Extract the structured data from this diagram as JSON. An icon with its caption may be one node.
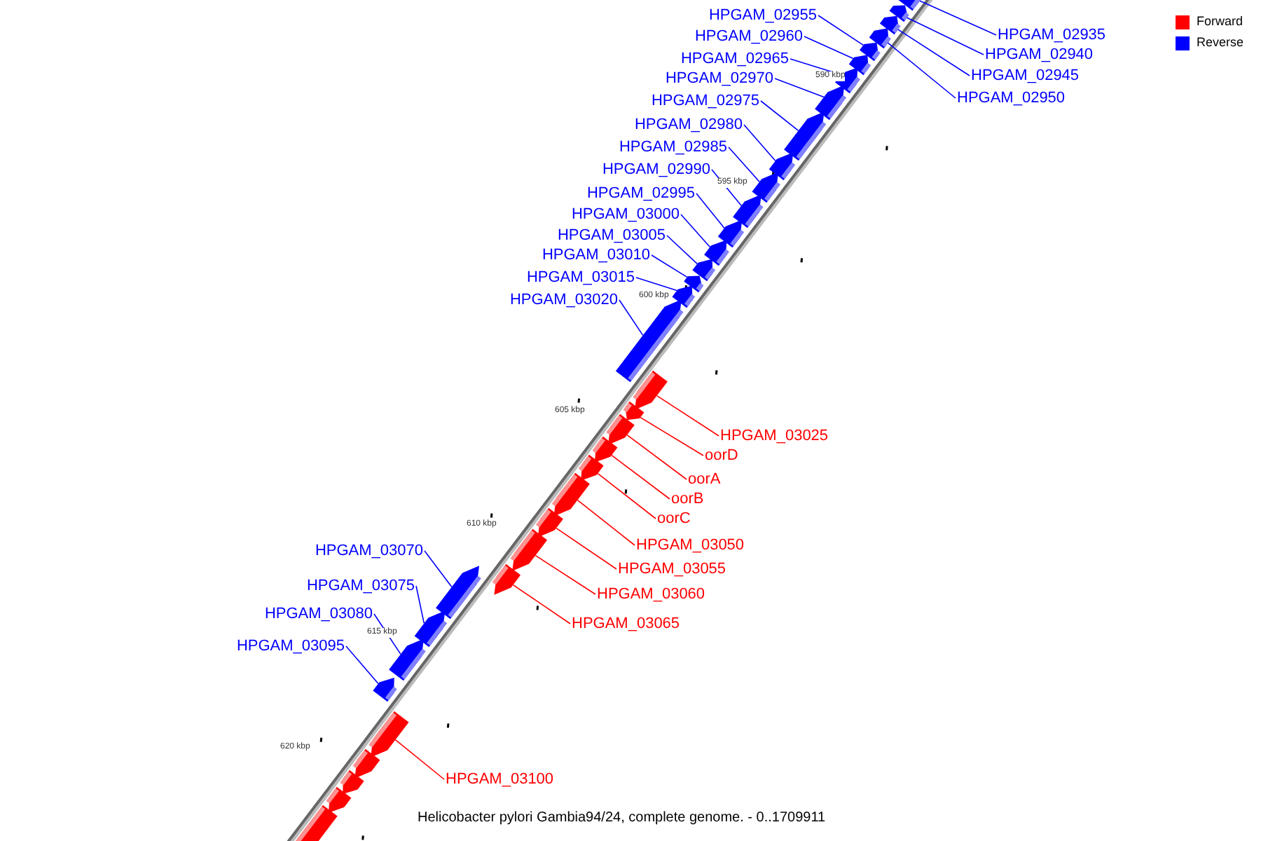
{
  "diagram": {
    "caption": "Helicobacter pylori Gambia94/24, complete genome. - 0..1709911",
    "nodes": [
      {
        "text": [
          "HPGAM_02955"
        ]
      },
      {
        "text": [
          "HPGAM_02935"
        ]
      },
      {
        "text": [
          "HPGAM_02960"
        ]
      },
      {
        "text": [
          "HPGAM_02940"
        ]
      },
      {
        "text": [
          "HPGAM_02965"
        ]
      },
      {
        "text": [
          "HPGAM_02945"
        ]
      },
      {
        "text": [
          "HPGAM_02970"
        ]
      },
      {
        "text": [
          "HPGAM_02950"
        ]
      },
      {
        "text": [
          "HPGAM_02975"
        ]
      },
      {
        "text": [
          "HPGAM_02980"
        ]
      },
      {
        "text": [
          "HPGAM_02985"
        ]
      },
      {
        "text": [
          "HPGAM_02990"
        ]
      },
      {
        "text": [
          "HPGAM_02995"
        ]
      },
      {
        "text": [
          "HPGAM_03000"
        ]
      },
      {
        "text": [
          "HPGAM_03005"
        ]
      },
      {
        "text": [
          "HPGAM_03010"
        ]
      },
      {
        "text": [
          "HPGAM_03015"
        ]
      },
      {
        "text": [
          "HPGAM_03020"
        ]
      },
      {
        "text": [
          "HPGAM_03025"
        ]
      },
      {
        "text": [
          "oorD"
        ]
      },
      {
        "text": [
          "oorA"
        ]
      },
      {
        "text": [
          "oorB"
        ]
      },
      {
        "text": [
          "oorC"
        ]
      },
      {
        "text": [
          "HPGAM_03050"
        ]
      },
      {
        "text": [
          "HPGAM_03070"
        ]
      },
      {
        "text": [
          "HPGAM_03055"
        ]
      },
      {
        "text": [
          "HPGAM_03060"
        ]
      },
      {
        "text": [
          "HPGAM_03075"
        ]
      },
      {
        "text": [
          "HPGAM_03080"
        ]
      },
      {
        "text": [
          "HPGAM_03065"
        ]
      },
      {
        "text": [
          "HPGAM_03095"
        ]
      },
      {
        "text": [
          "HPGAM_03100"
        ]
      },
      {
        "text": [],
        "shape": "box"
      },
      {
        "text": [],
        "shape": "box"
      },
      {
        "text": [],
        "shape": "box"
      },
      {
        "text": [],
        "shape": "box"
      },
      {
        "text": [],
        "shape": "box"
      },
      {
        "text": [],
        "shape": "box"
      },
      {
        "text": [],
        "shape": "box"
      },
      {
        "text": [],
        "shape": "box"
      },
      {
        "text": [],
        "shape": "box"
      },
      {
        "text": [],
        "shape": "box"
      },
      {
        "text": [],
        "shape": "box"
      },
      {
        "text": [],
        "shape": "box"
      },
      {
        "text": [],
        "shape": "box"
      },
      {
        "text": [],
        "shape": "box"
      },
      {
        "text": [],
        "shape": "box"
      },
      {
        "text": [],
        "shape": "box"
      },
      {
        "text": [],
        "shape": "box"
      },
      {
        "text": [],
        "shape": "box"
      },
      {
        "text": [],
        "shape": "box"
      },
      {
        "text": [],
        "shape": "box"
      },
      {
        "text": [],
        "shape": "box"
      },
      {
        "text": [],
        "shape": "box"
      },
      {
        "text": [],
        "shape": "box"
      },
      {
        "text": [],
        "shape": "box"
      },
      {
        "text": [],
        "shape": "box"
      },
      {
        "text": [],
        "shape": "box"
      },
      {
        "text": [],
        "shape": "box"
      },
      {
        "text": [],
        "shape": "box"
      },
      {
        "text": [],
        "shape": "box"
      },
      {
        "text": [],
        "shape": "box"
      },
      {
        "text": [],
        "shape": "box"
      },
      {
        "text": [],
        "shape": "box"
      },
      {
        "text": [],
        "shape": "box"
      },
      {
        "text": [],
        "shape": "box"
      },
      {
        "text": [],
        "shape": "box"
      },
      {
        "text": [],
        "shape": "box"
      }
    ],
    "edges": [
      {
        "from": 0,
        "to": 36,
        "arrow": "none"
      },
      {
        "from": 1,
        "to": 32,
        "arrow": "none"
      },
      {
        "from": 2,
        "to": 37,
        "arrow": "none"
      },
      {
        "from": 3,
        "to": 33,
        "arrow": "none"
      },
      {
        "from": 4,
        "to": 38,
        "arrow": "none"
      },
      {
        "from": 5,
        "to": 34,
        "arrow": "none"
      },
      {
        "from": 6,
        "to": 39,
        "arrow": "none"
      },
      {
        "from": 7,
        "to": 35,
        "arrow": "none"
      },
      {
        "from": 8,
        "to": 40,
        "arrow": "none"
      },
      {
        "from": 9,
        "to": 41,
        "arrow": "none"
      },
      {
        "from": 10,
        "to": 42,
        "arrow": "none"
      },
      {
        "from": 11,
        "to": 43,
        "arrow": "none"
      },
      {
        "from": 12,
        "to": 44,
        "arrow": "none"
      },
      {
        "from": 13,
        "to": 45,
        "arrow": "none"
      },
      {
        "from": 14,
        "to": 46,
        "arrow": "none"
      },
      {
        "from": 15,
        "to": 47,
        "arrow": "none"
      },
      {
        "from": 16,
        "to": 48,
        "arrow": "none"
      },
      {
        "from": 17,
        "to": 49,
        "arrow": "none"
      },
      {
        "from": 18,
        "to": 50,
        "arrow": "none",
        "color": "#ff0000"
      },
      {
        "from": 19,
        "to": 51,
        "arrow": "none",
        "color": "#ff0000"
      },
      {
        "from": 20,
        "to": 52,
        "arrow": "none",
        "color": "#ff0000"
      },
      {
        "from": 21,
        "to": 53,
        "arrow": "none",
        "color": "#ff0000"
      },
      {
        "from": 22,
        "to": 54,
        "arrow": "none",
        "color": "#ff0000"
      },
      {
        "from": 23,
        "to": 55,
        "arrow": "none",
        "color": "#ff0000"
      },
      {
        "from": 24,
        "to": 59,
        "arrow": "none"
      },
      {
        "from": 25,
        "to": 56,
        "arrow": "none",
        "color": "#ff0000"
      },
      {
        "from": 26,
        "to": 57,
        "arrow": "none",
        "color": "#ff0000"
      },
      {
        "from": 27,
        "to": 60,
        "arrow": "none"
      },
      {
        "from": 28,
        "to": 61,
        "arrow": "none"
      },
      {
        "from": 29,
        "to": 58,
        "arrow": "none",
        "color": "#ff0000"
      },
      {
        "from": 30,
        "to": 62,
        "arrow": "none"
      },
      {
        "from": 31,
        "to": 63,
        "arrow": "none",
        "color": "#ff0000"
      }
    ],
    "labels": [
      "590 kbp",
      "595 kbp",
      "600 kbp",
      "605 kbp",
      "610 kbp",
      "615 kbp",
      "620 kbp"
    ],
    "legend": [
      {
        "text": "Forward",
        "color": "#ff0000"
      },
      {
        "text": "Reverse",
        "color": "#0000ff"
      }
    ]
  }
}
